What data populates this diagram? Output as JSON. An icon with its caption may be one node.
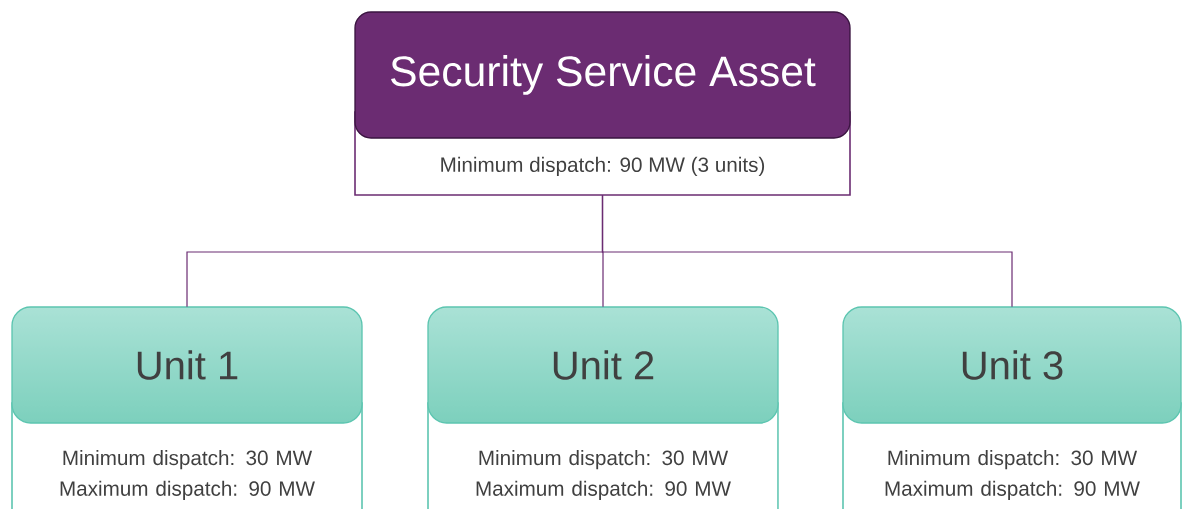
{
  "diagram": {
    "nodes": [
      {
        "text": [
          "Security Service Asset",
          "Minimum dispatch: 90 MW (3 units)"
        ]
      },
      {
        "text": [
          "Unit 1",
          "Minimum dispatch: 30 MW Maximum dispatch: 90 MW"
        ]
      },
      {
        "text": [
          "Unit 2",
          "Minimum dispatch: 30 MW Maximum dispatch: 90 MW"
        ]
      },
      {
        "text": [
          "Unit 3",
          "Minimum dispatch: 30 MW Maximum dispatch: 90 MW"
        ]
      }
    ],
    "edges": [
      {
        "from": 0,
        "to": 1,
        "arrow": "none"
      },
      {
        "from": 0,
        "to": 2,
        "arrow": "none"
      },
      {
        "from": 0,
        "to": 3,
        "arrow": "none"
      }
    ]
  }
}
